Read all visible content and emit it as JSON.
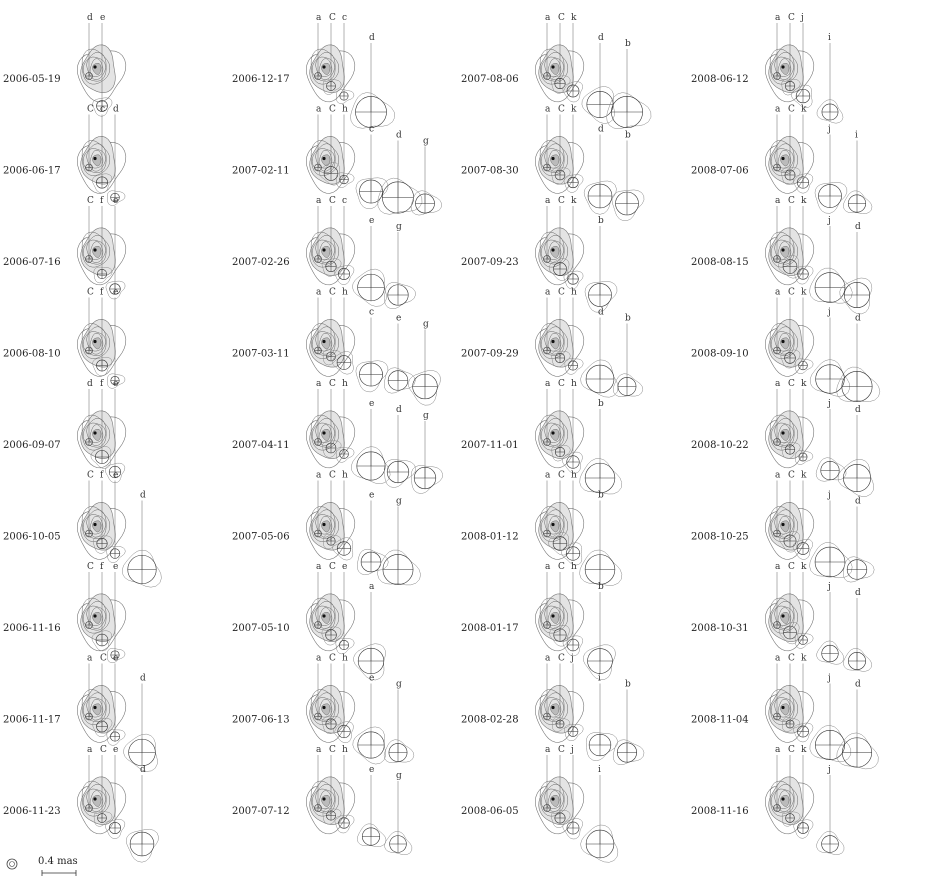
{
  "columns": [
    {
      "epochs": [
        {
          "date": "2006-05-19",
          "comps": [
            "d",
            "e"
          ]
        },
        {
          "date": "2006-06-17",
          "comps": [
            "C",
            "c",
            "d"
          ]
        },
        {
          "date": "2006-07-16",
          "comps": [
            "C",
            "f",
            "e"
          ]
        },
        {
          "date": "2006-08-10",
          "comps": [
            "C",
            "f",
            "e"
          ]
        },
        {
          "date": "2006-09-07",
          "comps": [
            "d",
            "f",
            "e"
          ]
        },
        {
          "date": "2006-10-05",
          "comps": [
            "C",
            "f",
            "e",
            "d"
          ]
        },
        {
          "date": "2006-11-16",
          "comps": [
            "C",
            "f",
            "e"
          ]
        },
        {
          "date": "2006-11-17",
          "comps": [
            "a",
            "C",
            "e",
            "d"
          ]
        },
        {
          "date": "2006-11-23",
          "comps": [
            "a",
            "C",
            "e",
            "d"
          ]
        }
      ]
    },
    {
      "epochs": [
        {
          "date": "2006-12-17",
          "comps": [
            "a",
            "C",
            "c",
            "d"
          ]
        },
        {
          "date": "2007-02-11",
          "comps": [
            "a",
            "C",
            "h",
            "c",
            "d",
            "g"
          ]
        },
        {
          "date": "2007-02-26",
          "comps": [
            "a",
            "C",
            "c",
            "e",
            "g"
          ]
        },
        {
          "date": "2007-03-11",
          "comps": [
            "a",
            "C",
            "h",
            "c",
            "e",
            "g"
          ]
        },
        {
          "date": "2007-04-11",
          "comps": [
            "a",
            "C",
            "h",
            "e",
            "d",
            "g"
          ]
        },
        {
          "date": "2007-05-06",
          "comps": [
            "a",
            "C",
            "h",
            "e",
            "g"
          ]
        },
        {
          "date": "2007-05-10",
          "comps": [
            "a",
            "C",
            "e",
            "a"
          ]
        },
        {
          "date": "2007-06-13",
          "comps": [
            "a",
            "C",
            "h",
            "e",
            "g"
          ]
        },
        {
          "date": "2007-07-12",
          "comps": [
            "a",
            "C",
            "h",
            "e",
            "g"
          ]
        }
      ]
    },
    {
      "epochs": [
        {
          "date": "2007-08-06",
          "comps": [
            "a",
            "C",
            "k",
            "d",
            "b"
          ]
        },
        {
          "date": "2007-08-30",
          "comps": [
            "a",
            "C",
            "k",
            "d",
            "b"
          ]
        },
        {
          "date": "2007-09-23",
          "comps": [
            "a",
            "C",
            "k",
            "b"
          ]
        },
        {
          "date": "2007-09-29",
          "comps": [
            "a",
            "C",
            "h",
            "d",
            "b"
          ]
        },
        {
          "date": "2007-11-01",
          "comps": [
            "a",
            "C",
            "h",
            "b"
          ]
        },
        {
          "date": "2008-01-12",
          "comps": [
            "a",
            "C",
            "h",
            "b"
          ]
        },
        {
          "date": "2008-01-17",
          "comps": [
            "a",
            "C",
            "h",
            "b"
          ]
        },
        {
          "date": "2008-02-28",
          "comps": [
            "a",
            "C",
            "j",
            "i",
            "b"
          ]
        },
        {
          "date": "2008-06-05",
          "comps": [
            "a",
            "C",
            "j",
            "i"
          ]
        }
      ]
    },
    {
      "epochs": [
        {
          "date": "2008-06-12",
          "comps": [
            "a",
            "C",
            "j",
            "i"
          ]
        },
        {
          "date": "2008-07-06",
          "comps": [
            "a",
            "C",
            "k",
            "j",
            "i"
          ]
        },
        {
          "date": "2008-08-15",
          "comps": [
            "a",
            "C",
            "k",
            "j",
            "d"
          ]
        },
        {
          "date": "2008-09-10",
          "comps": [
            "a",
            "C",
            "k",
            "j",
            "d"
          ]
        },
        {
          "date": "2008-10-22",
          "comps": [
            "a",
            "C",
            "k",
            "j",
            "d"
          ]
        },
        {
          "date": "2008-10-25",
          "comps": [
            "a",
            "C",
            "k",
            "j",
            "d"
          ]
        },
        {
          "date": "2008-10-31",
          "comps": [
            "a",
            "C",
            "k",
            "j",
            "d"
          ]
        },
        {
          "date": "2008-11-04",
          "comps": [
            "a",
            "C",
            "k",
            "j",
            "d"
          ]
        },
        {
          "date": "2008-11-16",
          "comps": [
            "a",
            "C",
            "k",
            "j"
          ]
        }
      ]
    }
  ],
  "scale_bar": {
    "label": "0.4 mas"
  }
}
